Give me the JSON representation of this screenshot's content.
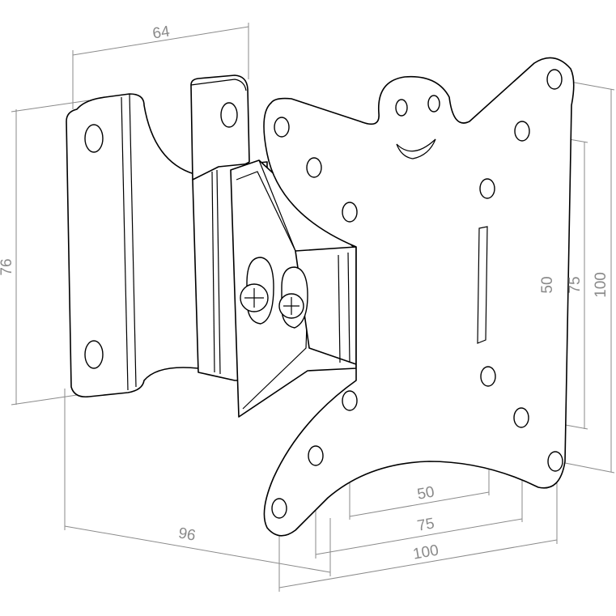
{
  "dimensions": {
    "width_top": "64",
    "height_left": "76",
    "width_bottom": "96",
    "vertical_inner": "50",
    "vertical_middle": "75",
    "vertical_outer": "100",
    "horizontal_inner": "50",
    "horizontal_middle": "75",
    "horizontal_outer": "100"
  }
}
